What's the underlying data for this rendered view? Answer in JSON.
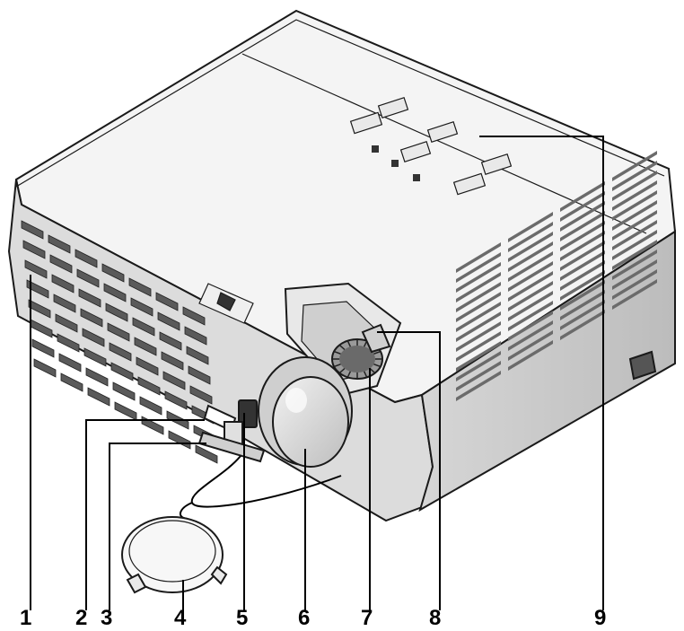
{
  "callouts": [
    {
      "id": "1",
      "label": "1"
    },
    {
      "id": "2",
      "label": "2"
    },
    {
      "id": "3",
      "label": "3"
    },
    {
      "id": "4",
      "label": "4"
    },
    {
      "id": "5",
      "label": "5"
    },
    {
      "id": "6",
      "label": "6"
    },
    {
      "id": "7",
      "label": "7"
    },
    {
      "id": "8",
      "label": "8"
    },
    {
      "id": "9",
      "label": "9"
    }
  ],
  "colors": {
    "top": "#f4f4f4",
    "front": "#d9d9d9",
    "side": "#c9c9c9",
    "outline": "#1a1a1a",
    "vent": "#5a5a5a"
  }
}
